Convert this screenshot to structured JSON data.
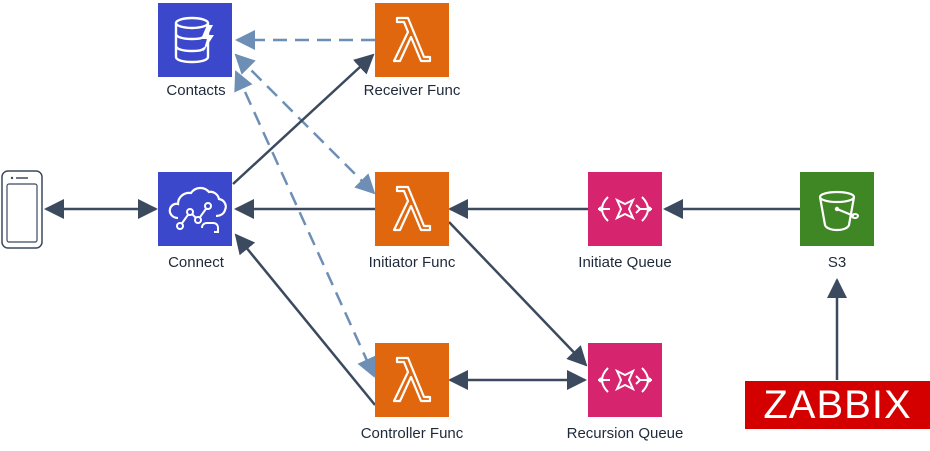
{
  "nodes": {
    "contacts": {
      "label": "Contacts",
      "icon": "dynamodb-icon",
      "color": "#3b48cc"
    },
    "connect": {
      "label": "Connect",
      "icon": "amazon-connect-icon",
      "color": "#3b48cc"
    },
    "receiver_func": {
      "label": "Receiver Func",
      "icon": "lambda-icon",
      "color": "#e0670e"
    },
    "initiator_func": {
      "label": "Initiator Func",
      "icon": "lambda-icon",
      "color": "#e0670e"
    },
    "controller_func": {
      "label": "Controller Func",
      "icon": "lambda-icon",
      "color": "#e0670e"
    },
    "initiate_queue": {
      "label": "Initiate Queue",
      "icon": "sqs-queue-icon",
      "color": "#d6246e"
    },
    "recursion_queue": {
      "label": "Recursion Queue",
      "icon": "sqs-queue-icon",
      "color": "#d6246e"
    },
    "s3": {
      "label": "S3",
      "icon": "s3-bucket-icon",
      "color": "#3f8624"
    },
    "phone": {
      "icon": "mobile-phone-icon"
    },
    "zabbix": {
      "label": "ZABBIX",
      "color": "#d40000"
    }
  },
  "colors": {
    "solid_arrow": "#3b4a5e",
    "dashed_arrow": "#6e8fb5"
  }
}
